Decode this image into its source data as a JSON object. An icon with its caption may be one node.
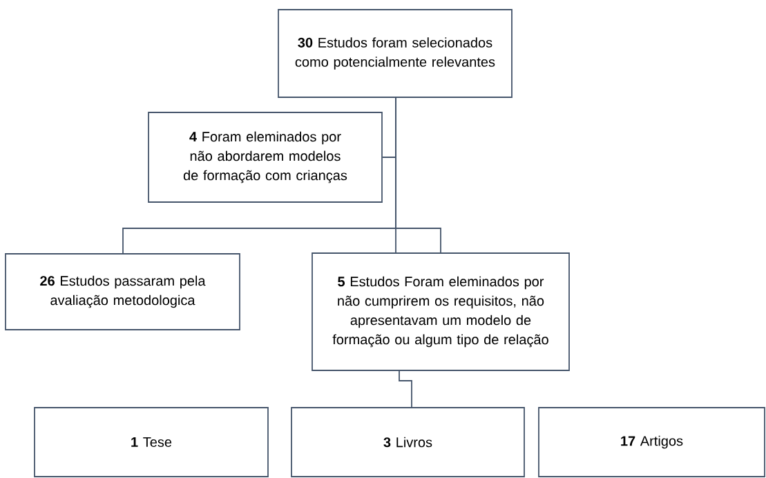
{
  "diagram": {
    "nodes": [
      {
        "text": [
          "**30** Estudos foram selecionados como potencialmente relevantes"
        ]
      },
      {
        "text": [
          "**4** Foram eleminados por não abordarem modelos de formação com crianças"
        ]
      },
      {
        "text": [
          "**26** Estudos passaram pela avaliação metodologica"
        ]
      },
      {
        "text": [
          "**5** Estudos Foram eleminados por não cumprirem os requisitos, não apresentavam um modelo de formação ou algum tipo de relação"
        ]
      },
      {
        "text": [
          "**1** Tese"
        ]
      },
      {
        "text": [
          "**3** Livros"
        ]
      },
      {
        "text": [
          "**17** Artigos"
        ]
      }
    ],
    "edges": [
      {
        "from": 0,
        "to": 1,
        "arrow": "none"
      },
      {
        "from": 0,
        "to": 2,
        "arrow": "none"
      },
      {
        "from": 0,
        "to": 3,
        "arrow": "none"
      },
      {
        "from": 3,
        "to": 5,
        "arrow": "none"
      }
    ]
  }
}
